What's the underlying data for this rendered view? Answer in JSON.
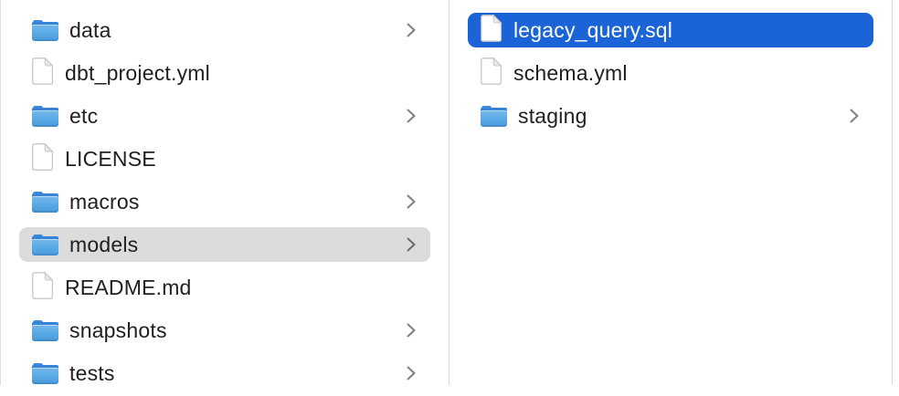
{
  "app": {
    "view": "finder-column-browser"
  },
  "colors": {
    "selection_primary": "#1b64d8",
    "selection_secondary": "#dcdcdc",
    "divider": "#d9d9d9",
    "text": "#1f1f1f",
    "text_on_selection": "#ffffff",
    "chevron": "#808080",
    "chevron_on_gray": "#6a6a6a",
    "folder_blue_front": "#58a8e4",
    "folder_blue_back": "#3584d8"
  },
  "icons": {
    "folder": "folder-icon",
    "file": "document-icon",
    "chevron": "chevron-right-icon"
  },
  "columns": [
    {
      "name": "left-column",
      "items": [
        {
          "label": "data",
          "type": "folder",
          "chevron": true,
          "selected": "none"
        },
        {
          "label": "dbt_project.yml",
          "type": "file",
          "chevron": false,
          "selected": "none"
        },
        {
          "label": "etc",
          "type": "folder",
          "chevron": true,
          "selected": "none"
        },
        {
          "label": "LICENSE",
          "type": "file",
          "chevron": false,
          "selected": "none"
        },
        {
          "label": "macros",
          "type": "folder",
          "chevron": true,
          "selected": "none"
        },
        {
          "label": "models",
          "type": "folder",
          "chevron": true,
          "selected": "secondary"
        },
        {
          "label": "README.md",
          "type": "file",
          "chevron": false,
          "selected": "none"
        },
        {
          "label": "snapshots",
          "type": "folder",
          "chevron": true,
          "selected": "none"
        },
        {
          "label": "tests",
          "type": "folder",
          "chevron": true,
          "selected": "none"
        }
      ]
    },
    {
      "name": "right-column",
      "items": [
        {
          "label": "legacy_query.sql",
          "type": "file",
          "chevron": false,
          "selected": "primary"
        },
        {
          "label": "schema.yml",
          "type": "file",
          "chevron": false,
          "selected": "none"
        },
        {
          "label": "staging",
          "type": "folder",
          "chevron": true,
          "selected": "none"
        }
      ]
    }
  ]
}
